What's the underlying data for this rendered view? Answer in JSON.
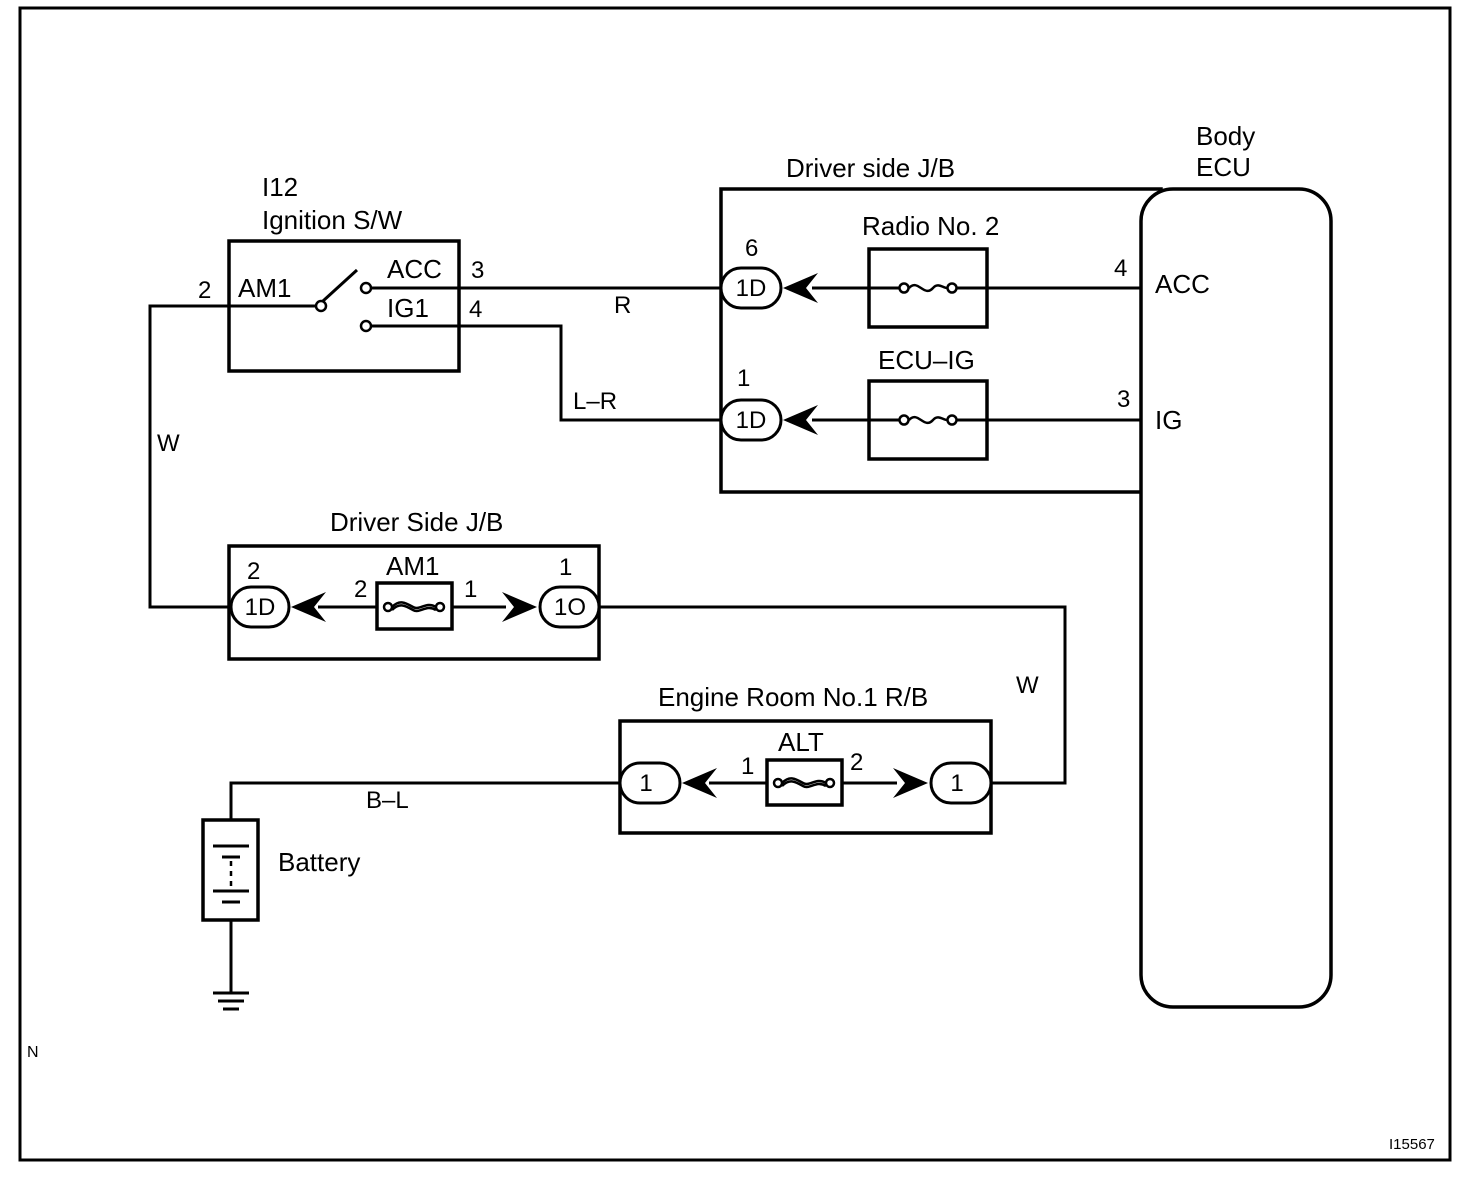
{
  "ignition_switch": {
    "code": "I12",
    "name": "Ignition S/W",
    "pins": {
      "am1": "2",
      "acc": "3",
      "ig1": "4"
    },
    "terminals": {
      "am1": "AM1",
      "acc": "ACC",
      "ig1": "IG1"
    }
  },
  "driver_side_jb_upper": {
    "title": "Driver side J/B",
    "fuse_radio": {
      "name": "Radio No. 2",
      "connector": "1D",
      "connector_pin": "6",
      "ecu_pin": "4"
    },
    "fuse_ecu_ig": {
      "name": "ECU–IG",
      "connector": "1D",
      "connector_pin": "1",
      "ecu_pin": "3"
    }
  },
  "body_ecu": {
    "title_line1": "Body",
    "title_line2": "ECU",
    "terminals": {
      "acc": "ACC",
      "ig": "IG"
    }
  },
  "driver_side_jb_lower": {
    "title": "Driver Side J/B",
    "fuse": {
      "name": "AM1",
      "pin_left": "2",
      "pin_right": "1"
    },
    "connector_left": {
      "label": "1D",
      "pin": "2"
    },
    "connector_right": {
      "label": "1O",
      "pin": "1"
    }
  },
  "engine_room_rb": {
    "title": "Engine Room No.1 R/B",
    "fuse": {
      "name": "ALT",
      "pin_left": "1",
      "pin_right": "2"
    },
    "connector_left": {
      "label": "1"
    },
    "connector_right": {
      "label": "1"
    }
  },
  "battery": {
    "label": "Battery"
  },
  "wires": {
    "acc_to_radio": "R",
    "ig1_to_ecu_ig": "L–R",
    "am1_feed": "W",
    "jb_to_rb": "W",
    "battery_feed": "B–L"
  },
  "corner_note": "N",
  "figure_id": "I15567"
}
